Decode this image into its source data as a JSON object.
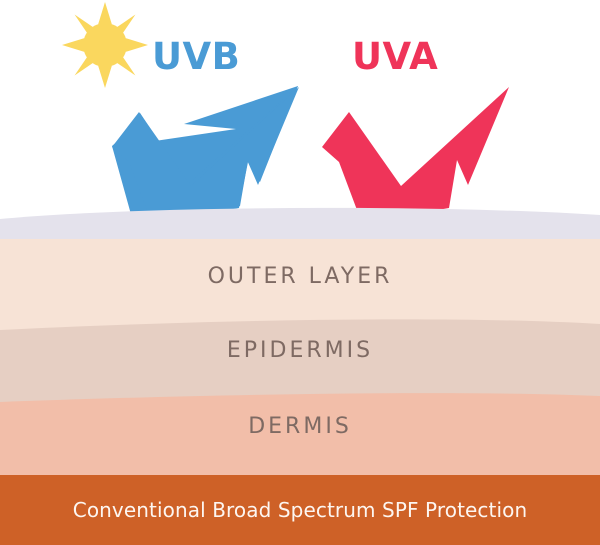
{
  "diagram": {
    "title_banner": "Conventional Broad Spectrum SPF Protection",
    "sun": {
      "icon": "sun-icon"
    },
    "rays": [
      {
        "label": "UVB",
        "color": "#4A9BD5",
        "arrow_icon": "up-right-arrow-icon"
      },
      {
        "label": "UVA",
        "color": "#EF3459",
        "arrow_icon": "up-right-arrow-icon"
      }
    ],
    "skin_layers": [
      {
        "name": "",
        "color": "#E4E2EC"
      },
      {
        "name": "OUTER LAYER",
        "color": "#F7E3D6"
      },
      {
        "name": "EPIDERMIS",
        "color": "#E6CFC3"
      },
      {
        "name": "DERMIS",
        "color": "#F2BEA9"
      }
    ],
    "colors": {
      "banner_bg": "#CE6127",
      "banner_text": "#FDF6F1",
      "layer_text": "#7E6A63",
      "sun": "#FAD75E",
      "uvb": "#4A9BD5",
      "uva": "#EF3459",
      "surface": "#E4E2EC",
      "outer_layer": "#F7E3D6",
      "epidermis": "#E6CFC3",
      "dermis": "#F2BEA9"
    }
  }
}
